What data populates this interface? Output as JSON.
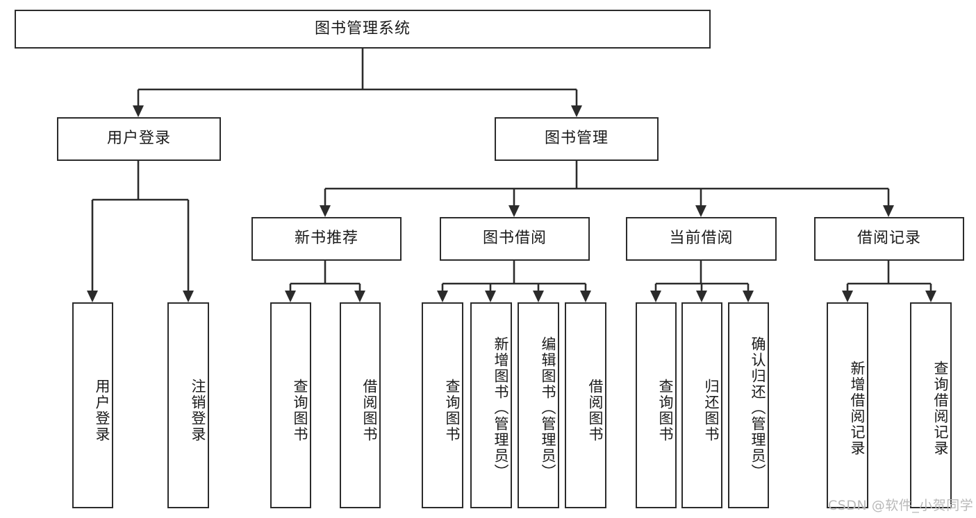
{
  "diagram": {
    "type": "tree",
    "title": "图书管理系统",
    "watermark": "CSDN @软件_小贺同学",
    "accent_color": "#2b2b2b",
    "background_color": "#ffffff",
    "root": {
      "label": "图书管理系统"
    },
    "level2": [
      {
        "label": "用户登录"
      },
      {
        "label": "图书管理"
      }
    ],
    "level3": [
      {
        "label": "新书推荐"
      },
      {
        "label": "图书借阅"
      },
      {
        "label": "当前借阅"
      },
      {
        "label": "借阅记录"
      }
    ],
    "leaves": {
      "user_login": [
        {
          "label": "用户登录"
        },
        {
          "label": "注销登录"
        }
      ],
      "new_book_recommend": [
        {
          "label": "查询图书"
        },
        {
          "label": "借阅图书"
        }
      ],
      "book_borrow": [
        {
          "label": "查询图书"
        },
        {
          "label": "新增图书（管理员）"
        },
        {
          "label": "编辑图书（管理员）"
        },
        {
          "label": "借阅图书"
        }
      ],
      "current_borrow": [
        {
          "label": "查询图书"
        },
        {
          "label": "归还图书"
        },
        {
          "label": "确认归还（管理员）"
        }
      ],
      "borrow_record": [
        {
          "label": "新增借阅记录"
        },
        {
          "label": "查询借阅记录"
        }
      ]
    }
  }
}
